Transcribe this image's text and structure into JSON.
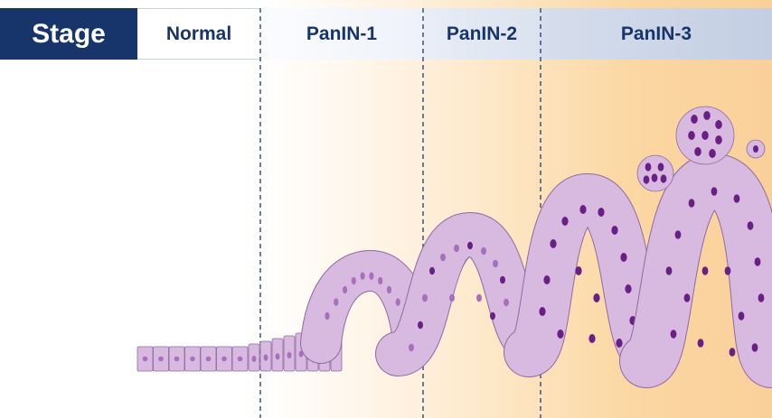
{
  "header": {
    "title": "Stage",
    "stages": [
      "Normal",
      "PanIN-1",
      "PanIN-2",
      "PanIN-3"
    ]
  },
  "colors": {
    "header_dark": "#17356b",
    "header_text": "#17356b",
    "cell_fill": "#d8b9e0",
    "cell_stroke": "#8e6aa2",
    "nucleus_light": "#a86fbd",
    "nucleus_dark": "#6a1f86",
    "background_gradient_end": "#fad09a"
  }
}
